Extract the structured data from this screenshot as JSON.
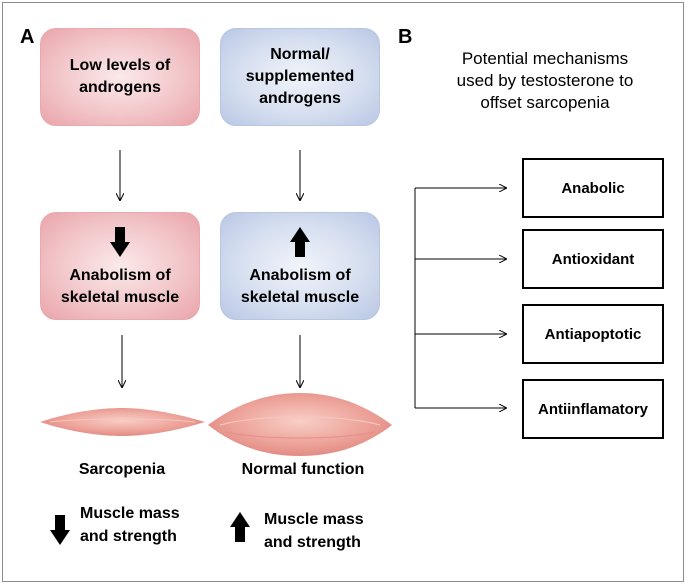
{
  "panel_a": {
    "label": "A",
    "low_column": {
      "top_box": "Low levels of\nandrogens",
      "mid_box": "Anabolism of\nskeletal muscle",
      "mid_direction": "down-arrow-icon",
      "outcome": "Sarcopenia",
      "legend_direction": "down-arrow-icon",
      "legend_text": "Muscle mass\nand strength"
    },
    "normal_column": {
      "top_box": "Normal/\nsupplemented\nandrogens",
      "mid_box": "Anabolism of\nskeletal muscle",
      "mid_direction": "up-arrow-icon",
      "outcome": "Normal function",
      "legend_direction": "up-arrow-icon",
      "legend_text": "Muscle mass\nand strength"
    },
    "colors": {
      "low_box": "#f2c6c9",
      "normal_box": "#d6dff0",
      "muscle": "#eda39a"
    }
  },
  "panel_b": {
    "label": "B",
    "title": "Potential mechanisms\nused by testosterone to\noffset sarcopenia",
    "mechanisms": [
      "Anabolic",
      "Antioxidant",
      "Antiapoptotic",
      "Antiinflamatory"
    ]
  }
}
